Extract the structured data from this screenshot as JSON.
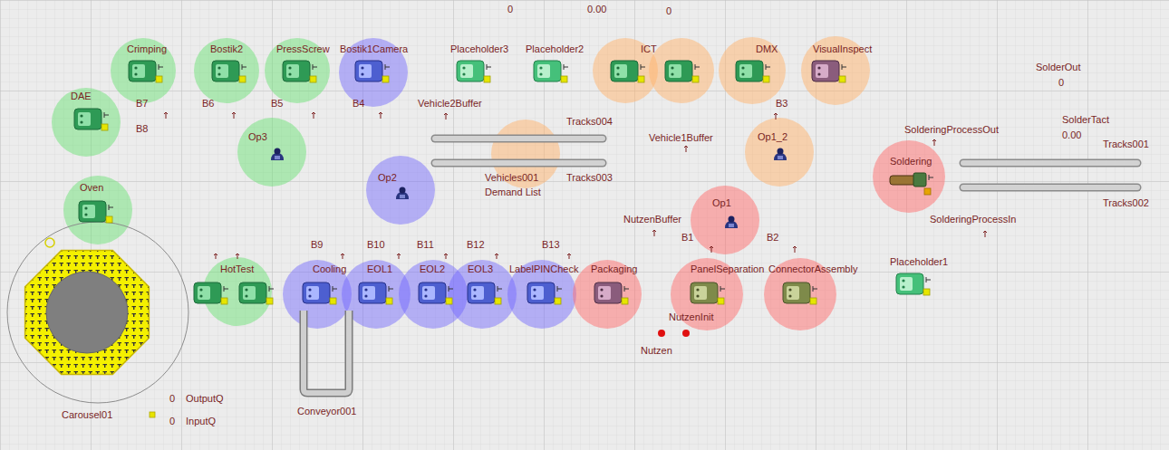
{
  "diagram": {
    "nodes": [
      {
        "text": [
          "Crimping"
        ]
      },
      {
        "text": [
          "Bostik2"
        ]
      },
      {
        "text": [
          "PressScrew"
        ]
      },
      {
        "text": [
          "Bostik1Camera"
        ]
      },
      {
        "text": [
          "Placeholder3"
        ]
      },
      {
        "text": [
          "Placeholder2"
        ]
      },
      {
        "text": [
          "ICT"
        ]
      },
      {
        "text": [
          "DMX"
        ]
      },
      {
        "text": [
          "VisualInspect"
        ]
      },
      {
        "text": [
          "DAE"
        ]
      },
      {
        "text": [
          "Op3"
        ]
      },
      {
        "text": [
          "Op1_2"
        ]
      },
      {
        "text": [
          "Soldering"
        ]
      },
      {
        "text": [
          "Vehicles001",
          "Demand List"
        ]
      },
      {
        "text": [
          "Op2"
        ]
      },
      {
        "text": [
          "Oven"
        ]
      },
      {
        "text": [
          "Op1"
        ]
      },
      {
        "text": [
          "HotTest"
        ]
      },
      {
        "text": [
          "Cooling"
        ]
      },
      {
        "text": [
          "EOL1"
        ]
      },
      {
        "text": [
          "EOL2"
        ]
      },
      {
        "text": [
          "EOL3"
        ]
      },
      {
        "text": [
          "LabelPINCheck"
        ]
      },
      {
        "text": [
          "Packaging"
        ]
      },
      {
        "text": [
          "PanelSeparation"
        ]
      },
      {
        "text": [
          "ConnectorAssembly"
        ]
      },
      {
        "text": [
          "Placeholder1"
        ]
      }
    ],
    "labels": [
      "0",
      "0.00",
      "0",
      "SolderOut",
      "0",
      "B7",
      "B6",
      "B5",
      "B4",
      "Vehicle2Buffer",
      "B3",
      "B8",
      "Tracks004",
      "SolderingProcessOut",
      "SolderTact",
      "0.00",
      "Vehicle1Buffer",
      "Tracks001",
      "Tracks003",
      "Tracks002",
      "NutzenBuffer",
      "SolderingProcessIn",
      "B1",
      "B2",
      "B9",
      "B10",
      "B11",
      "B12",
      "B13",
      "NutzenInit",
      "Nutzen",
      "0",
      "OutputQ",
      "Conveyor001",
      "Carousel01",
      "0",
      "InputQ"
    ]
  }
}
